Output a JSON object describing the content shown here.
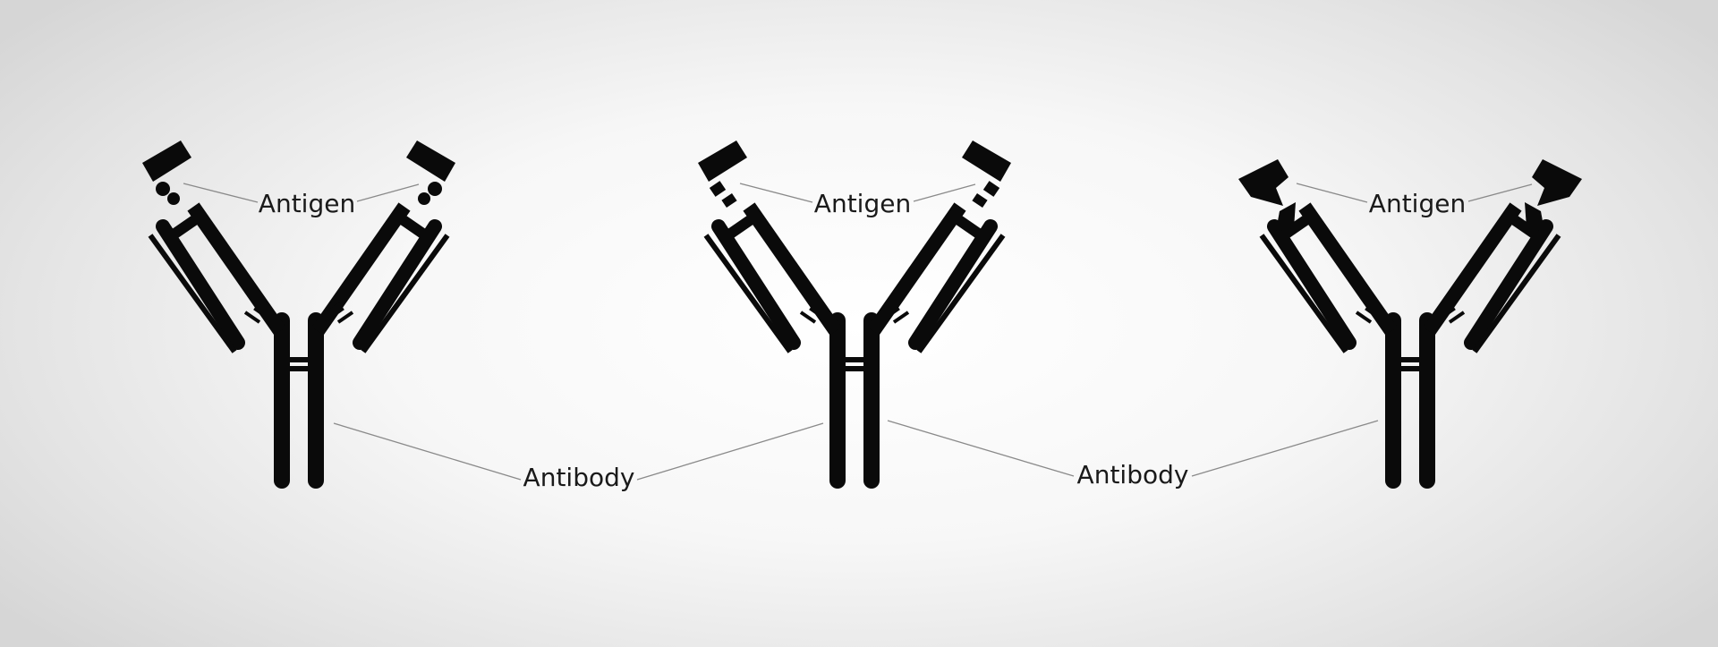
{
  "labels": {
    "antigen": "Antigen",
    "antibody": "Antibody"
  },
  "colors": {
    "ink": "#0a0a0a",
    "leader_line": "#8a8a8a",
    "background_center": "#ffffff",
    "background_edge": "#d6d6d6"
  },
  "antibodies": [
    {
      "id": "left",
      "binding_site": "round-notch"
    },
    {
      "id": "middle",
      "binding_site": "square-notch"
    },
    {
      "id": "right",
      "binding_site": "angular-notch"
    }
  ]
}
